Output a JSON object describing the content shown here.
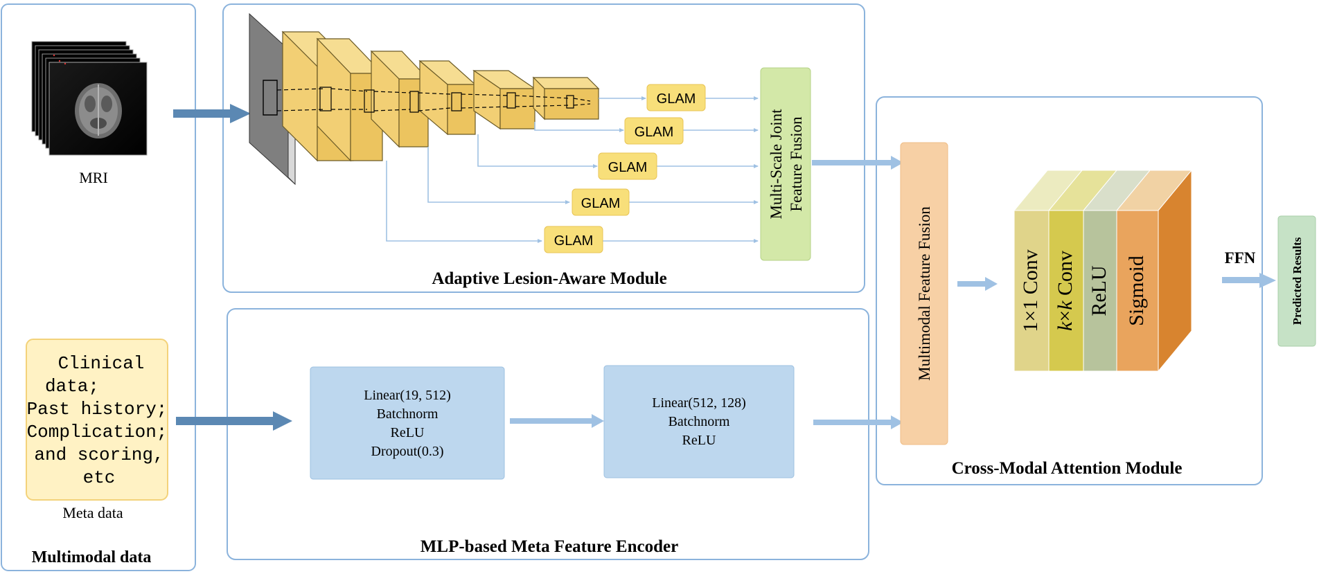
{
  "panels": {
    "multimodal_data": "Multimodal data",
    "adaptive_lesion": "Adaptive Lesion-Aware Module",
    "mlp_encoder": "MLP-based Meta Feature Encoder",
    "cross_modal": "Cross-Modal Attention Module"
  },
  "inputs": {
    "mri_label": "MRI",
    "meta_label": "Meta data",
    "clinical_lines": [
      "Clinical",
      "data;",
      "Past history;",
      "Complication;",
      "and scoring,",
      "etc"
    ]
  },
  "glam_label": "GLAM",
  "fusion": {
    "multiscale_line1": "Multi-Scale Joint",
    "multiscale_line2": "Feature Fusion",
    "multimodal": "Multimodal Feature Fusion"
  },
  "mlp_blocks": {
    "block1": [
      "Linear(19, 512)",
      "Batchnorm",
      "ReLU",
      "Dropout(0.3)"
    ],
    "block2": [
      "Linear(512, 128)",
      "Batchnorm",
      "ReLU"
    ]
  },
  "attention_layers": {
    "conv1": "1×1 Conv",
    "convk_k1": "k",
    "convk_x": "×",
    "convk_k2": "k",
    "convk_conv": " Conv",
    "relu": "ReLU",
    "sigmoid": "Sigmoid"
  },
  "ffn_label": "FFN",
  "output_label": "Predicted Results",
  "colors": {
    "panel_border": "#8bb3dc",
    "arrow_dark": "#5b88b3",
    "arrow_light": "#9fc1e3",
    "glam_fill": "#f8df7a",
    "cube_face": "#f2cf74",
    "mlp_fill": "#bdd7ee",
    "multiscale_fill": "#d3e8a8",
    "multimodal_fill": "#f7d0a5",
    "output_fill": "#c6e2c6"
  }
}
